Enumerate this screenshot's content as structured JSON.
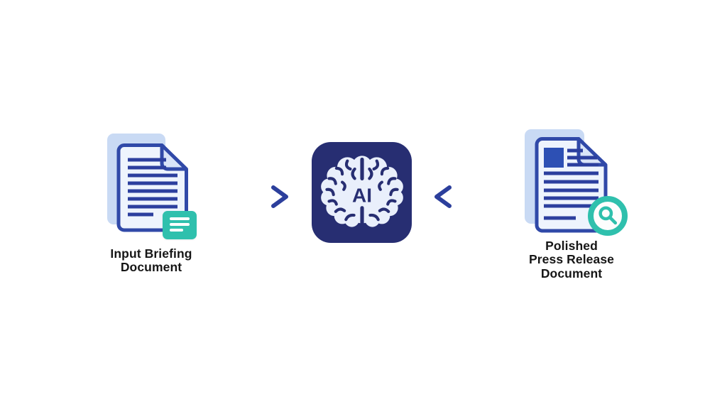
{
  "diagram": {
    "type": "flow",
    "nodes": [
      {
        "id": "input-doc",
        "icon": "briefing-document-icon",
        "badge_icon": "note-lines-icon",
        "label_lines": [
          "Input Briefing",
          "Document"
        ]
      },
      {
        "id": "ai-processor",
        "icon": "ai-brain-icon",
        "label": "AI"
      },
      {
        "id": "output-doc",
        "icon": "press-release-document-icon",
        "badge_icon": "magnifier-icon",
        "label_lines": [
          "Polished",
          "Press Release",
          "Document"
        ]
      }
    ],
    "arrows": [
      {
        "from": "input-doc",
        "to": "ai-processor",
        "direction": "right"
      },
      {
        "from": "output-doc",
        "to": "ai-processor",
        "direction": "left"
      }
    ]
  },
  "colors": {
    "navy": "#272e72",
    "outline_blue": "#3049a8",
    "line_blue": "#2c3f9e",
    "doc_fill": "#eef4fd",
    "fold_fill": "#d9e4f8",
    "back_sheet": "#c9daf4",
    "square_fill": "#2d50b4",
    "brain_fill": "#e9effb",
    "teal": "#2fc0ad",
    "arrow_dark": "#2c3f9c",
    "arrow_light": "#b9cdf0",
    "text": "#161616",
    "background": "#ffffff"
  }
}
